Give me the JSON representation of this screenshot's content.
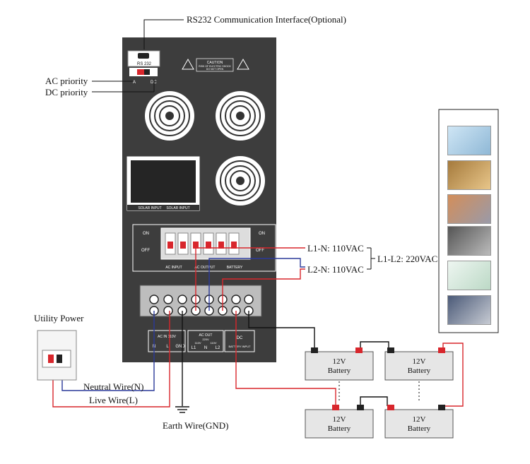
{
  "callouts": {
    "rs232": "RS232 Communication Interface(Optional)",
    "ac_priority": "AC priority",
    "dc_priority": "DC priority",
    "l1n": "L1-N: 110VAC",
    "l2n": "L2-N: 110VAC",
    "l1l2": "L1-L2: 220VAC",
    "utility_power": "Utility Power",
    "neutral_wire": "Neutral Wire(N)",
    "live_wire": "Live Wire(L)",
    "earth_wire": "Earth Wire(GND)"
  },
  "panel": {
    "rs232_label": "RS 232",
    "switch_a": "A",
    "switch_dc": "DC",
    "caution_title": "CAUTION",
    "caution_line1": "RISK OF ELECTRIC SHOCK",
    "caution_line2": "DO NOT OPEN",
    "solar_input_1": "SOLAR INPUT",
    "solar_input_2": "SOLAR INPUT",
    "on_left": "ON",
    "off_left": "OFF",
    "on_right": "ON",
    "off_right": "OFF",
    "breaker_ac_input": "AC INPUT",
    "breaker_ac_output": "AC OUTPUT",
    "breaker_battery": "BATTERY",
    "ac_in_label": "AC IN 110V",
    "ac_in_terms": [
      "N",
      "L",
      "GND"
    ],
    "ac_out_label": "AC OUT",
    "ac_out_220": "220V",
    "ac_out_110a": "110V",
    "ac_out_110b": "110V",
    "ac_out_terms": [
      "L1",
      "N",
      "L2"
    ],
    "dc_label": "DC",
    "dc_sub": "BATTERY INPUT"
  },
  "batteries": [
    {
      "line1": "12V",
      "line2": "Battery"
    },
    {
      "line1": "12V",
      "line2": "Battery"
    },
    {
      "line1": "12V",
      "line2": "Battery"
    },
    {
      "line1": "12V",
      "line2": "Battery"
    }
  ],
  "appliances": [
    "fan-icon",
    "lamp-icon",
    "laptop-icon",
    "cooker-icon",
    "air-conditioner-icon",
    "refrigerator-icon"
  ],
  "colors": {
    "panel": "#3b3b3b",
    "live_wire": "#d8262c",
    "neutral_wire": "#2b3a9a",
    "ground_wire": "#111111"
  }
}
